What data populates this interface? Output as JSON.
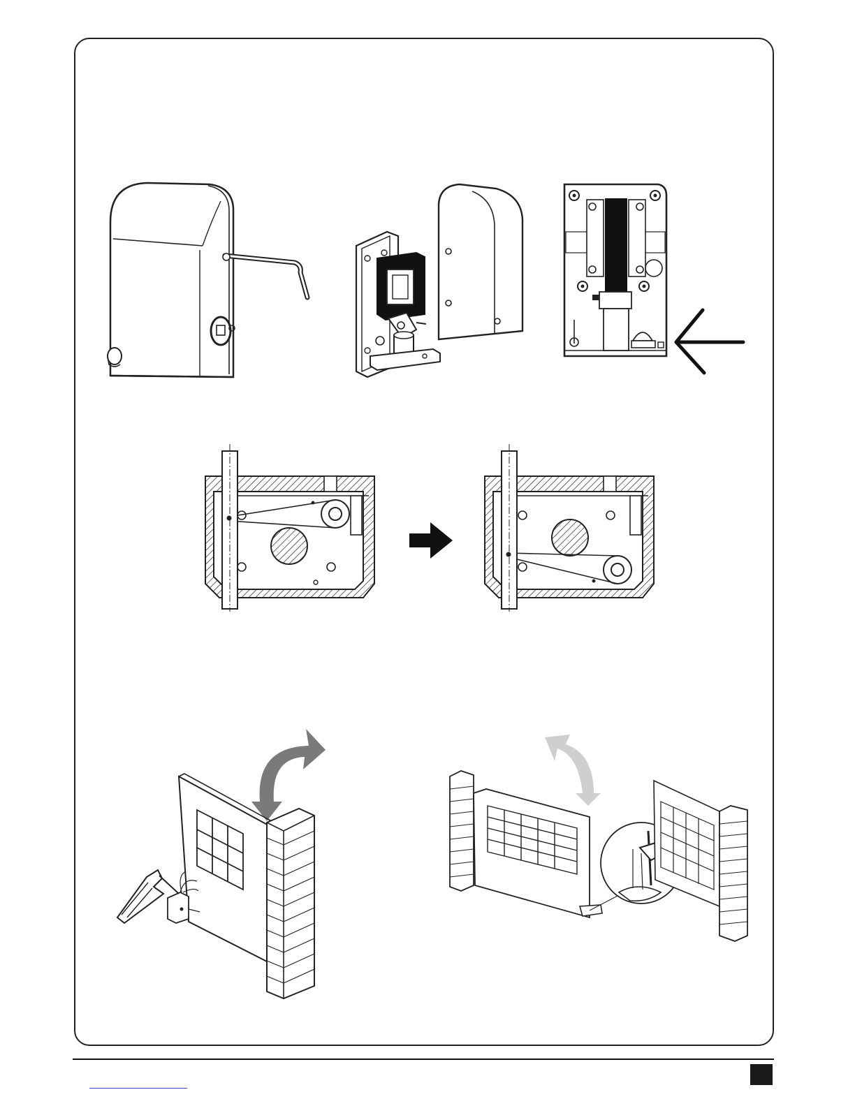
{
  "page": {
    "page_number": ""
  },
  "colors": {
    "line": "#222222",
    "arrow_dark": "#7a7a7a",
    "arrow_light": "#cfcfcf",
    "link": "#3b4fc9"
  },
  "figures": [
    {
      "name": "motor-with-key",
      "icon": "motor-unit-release-key-icon"
    },
    {
      "name": "motor-open-housing",
      "icon": "motor-exploded-view-icon"
    },
    {
      "name": "motor-internal-view",
      "icon": "motor-internal-arrow-icon"
    },
    {
      "name": "limit-position-a",
      "icon": "cross-section-icon"
    },
    {
      "name": "limit-position-b",
      "icon": "cross-section-icon"
    },
    {
      "name": "gate-left-install",
      "icon": "swing-gate-drill-icon"
    },
    {
      "name": "gate-right-install",
      "icon": "swing-gate-ground-bracket-icon"
    }
  ]
}
